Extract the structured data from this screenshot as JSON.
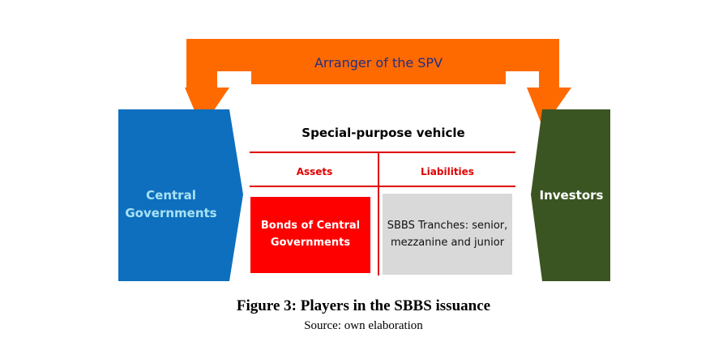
{
  "diagram": {
    "arranger_label": "Arranger of the SPV",
    "central_label": "Central Governments",
    "investors_label": "Investors",
    "spv_title": "Special-purpose vehicle",
    "assets_label": "Assets",
    "liabilities_label": "Liabilities",
    "bonds_label": "Bonds of Central Governments",
    "tranches_label": "SBBS Tranches: senior, mezzanine and junior"
  },
  "caption": {
    "title": "Figure 3: Players in the SBBS issuance",
    "source": "Source: own elaboration"
  },
  "colors": {
    "arrow_orange": "#ff6a00",
    "central_blue": "#0e6fbe",
    "investors_green": "#3b5522",
    "divider_red": "#e00000",
    "bonds_red": "#ff0000",
    "tranches_gray": "#d9d9d9"
  }
}
